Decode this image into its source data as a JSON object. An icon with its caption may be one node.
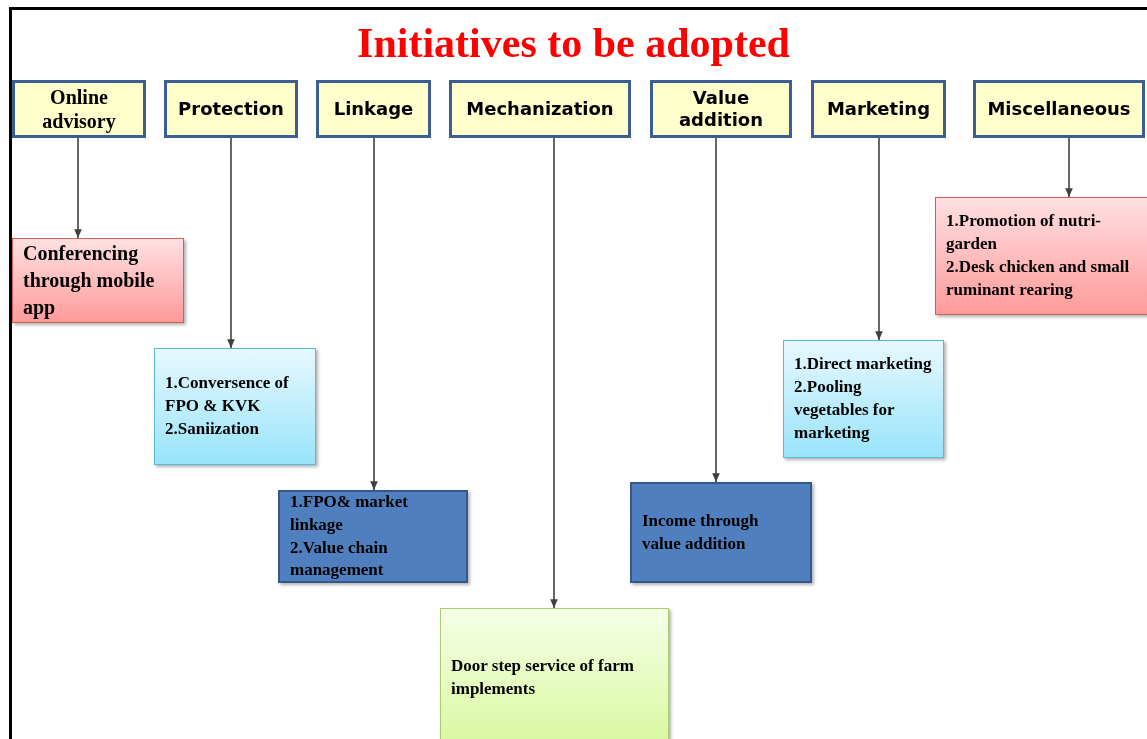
{
  "diagram": {
    "title": "Initiatives to be adopted",
    "nodes": [
      {
        "text": [
          "Online advisory"
        ]
      },
      {
        "text": [
          "Protection"
        ]
      },
      {
        "text": [
          "Linkage"
        ]
      },
      {
        "text": [
          "Mechanization"
        ]
      },
      {
        "text": [
          "Value addition"
        ]
      },
      {
        "text": [
          "Marketing"
        ]
      },
      {
        "text": [
          "Miscellaneous"
        ]
      },
      {
        "text": [
          "Conferencing through mobile app"
        ]
      },
      {
        "text": [
          "1.Conversence of FPO & KVK",
          "2.Saniization"
        ]
      },
      {
        "text": [
          "1.FPO& market linkage",
          "2.Value chain management"
        ]
      },
      {
        "text": [
          "Door step service of farm implements"
        ]
      },
      {
        "text": [
          "Income through value addition"
        ]
      },
      {
        "text": [
          "1.Direct marketing",
          "2.Pooling vegetables for marketing"
        ]
      },
      {
        "text": [
          "1.Promotion of nutri-garden",
          "2.Desk chicken and small ruminant rearing"
        ]
      }
    ],
    "edges": [
      {
        "from": 0,
        "to": 7,
        "arrow": "to"
      },
      {
        "from": 1,
        "to": 8,
        "arrow": "to"
      },
      {
        "from": 2,
        "to": 9,
        "arrow": "to"
      },
      {
        "from": 3,
        "to": 10,
        "arrow": "to"
      },
      {
        "from": 4,
        "to": 11,
        "arrow": "to"
      },
      {
        "from": 5,
        "to": 12,
        "arrow": "to"
      },
      {
        "from": 6,
        "to": 13,
        "arrow": "to"
      }
    ]
  }
}
